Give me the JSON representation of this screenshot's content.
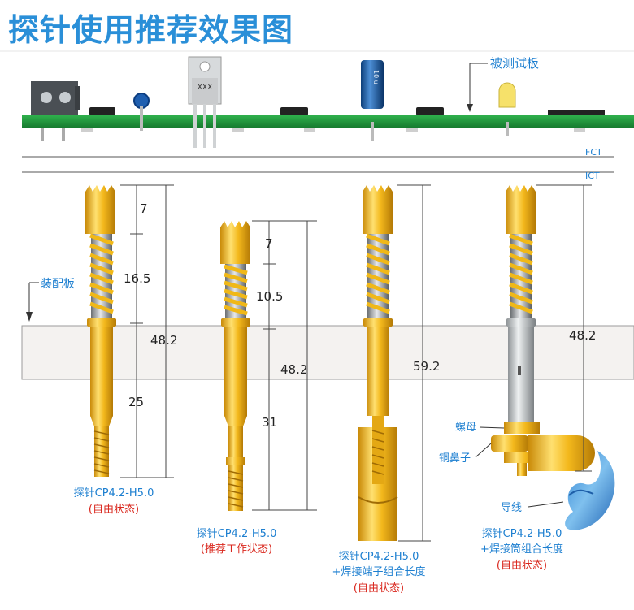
{
  "title": "探针使用推荐效果图",
  "board_label": "被测试板",
  "fct_label": "FCT",
  "ict_label": "ICT",
  "mount_plate_label": "装配板",
  "component_labels": {
    "transistor": "XXX",
    "capacitor": "10 u"
  },
  "colors": {
    "title": "#2a8fd8",
    "pcb": "#1e9a3c",
    "gold": "#f0b818",
    "red_label": "#d9261c",
    "blue_label": "#1d7fd0",
    "wire": "#3a8fd0"
  },
  "probes": [
    {
      "dims": [
        "7",
        "16.5",
        "25",
        "48.2"
      ],
      "caption1": "探针CP4.2-H5.0",
      "caption2": "(自由状态)"
    },
    {
      "dims": [
        "7",
        "10.5",
        "31",
        "48.2"
      ],
      "caption1": "探针CP4.2-H5.0",
      "caption2": "(推荐工作状态)"
    },
    {
      "dims": [
        "59.2"
      ],
      "caption1": "探针CP4.2-H5.0",
      "caption1b": "+焊接端子组合长度",
      "caption2": "(自由状态)"
    },
    {
      "dims": [
        "48.2"
      ],
      "caption1": "探针CP4.2-H5.0",
      "caption1b": "+焊接筒组合长度",
      "caption2": "(自由状态)",
      "parts": {
        "nut": "螺母",
        "copper_nose": "铜鼻子",
        "wire": "导线"
      }
    }
  ]
}
